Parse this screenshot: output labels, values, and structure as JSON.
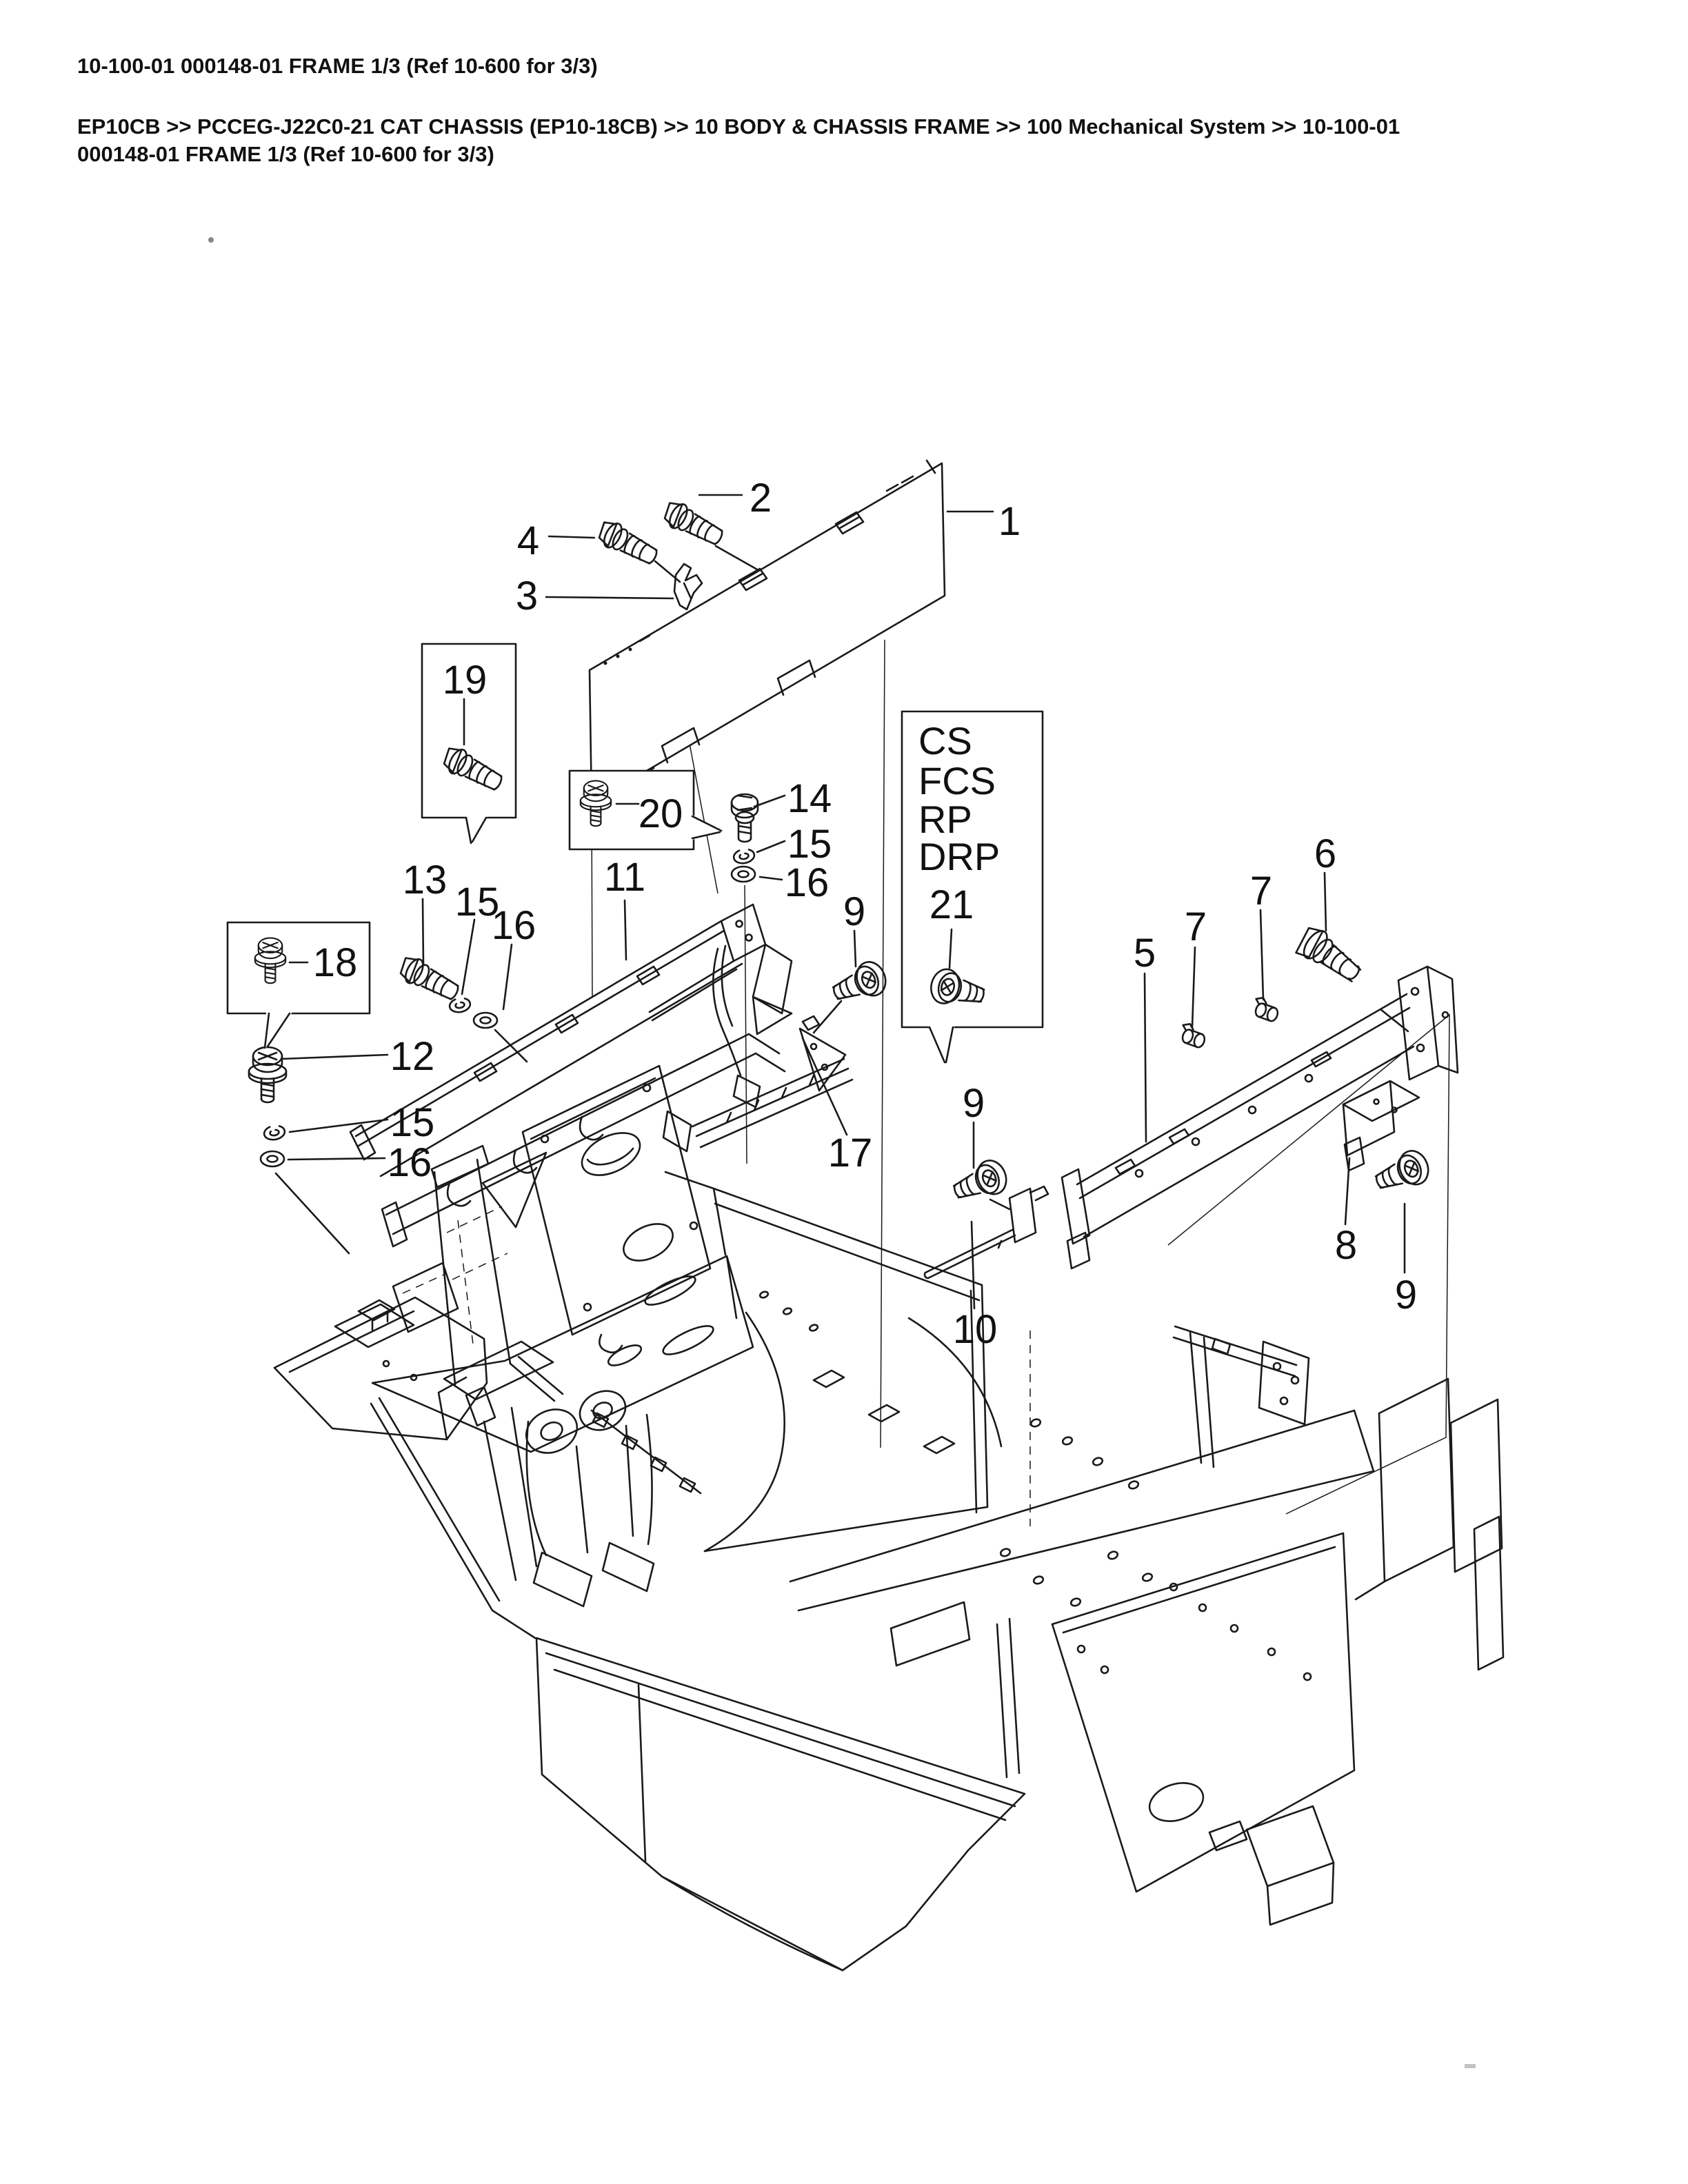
{
  "page": {
    "title": "10-100-01 000148-01 FRAME 1/3 (Ref 10-600 for 3/3)",
    "breadcrumb_lines": [
      "EP10CB >> PCCEG-J22C0-21 CAT CHASSIS (EP10-18CB) >> 10 BODY & CHASSIS FRAME >> 100 Mechanical System >> 10-100-01",
      "000148-01 FRAME 1/3 (Ref 10-600 for 3/3)"
    ]
  },
  "diagram": {
    "type": "exploded-parts-diagram",
    "subject": "Chassis frame assembly exploded view",
    "colors": {
      "line": "#1a1a1a",
      "text": "#111111",
      "background": "#ffffff"
    },
    "legend_box": {
      "codes": [
        "CS",
        "FCS",
        "RP",
        "DRP"
      ],
      "callout_label": "21"
    },
    "boxed_callouts": [
      "19",
      "20",
      "18"
    ],
    "callout_labels": [
      "1",
      "2",
      "3",
      "4",
      "19",
      "20",
      "11",
      "14",
      "15",
      "16",
      "13",
      "15",
      "16",
      "9",
      "18",
      "12",
      "15",
      "16",
      "17",
      "5",
      "7",
      "7",
      "6",
      "8",
      "9",
      "9",
      "10"
    ]
  }
}
